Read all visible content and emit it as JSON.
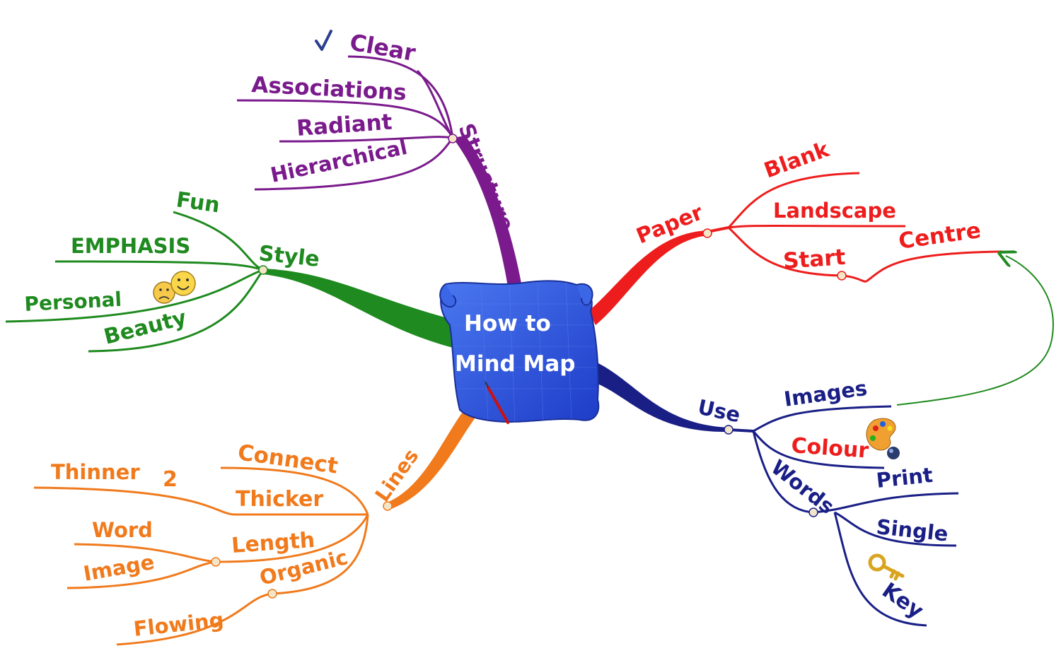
{
  "central": {
    "line1": "How to",
    "line2": "Mind Map"
  },
  "colors": {
    "structure": "#7a1a8c",
    "style": "#1f8a1f",
    "lines": "#f07a1c",
    "paper": "#ee1d1d",
    "use": "#1a1f86",
    "arrow": "#1f8a1f",
    "central_fill": "#2a4fd6"
  },
  "branches": {
    "structure": {
      "label": "Structure",
      "children": [
        "Clear",
        "Associations",
        "Radiant",
        "Hierarchical"
      ]
    },
    "style": {
      "label": "Style",
      "children": [
        "Fun",
        "EMPHASIS",
        "Personal",
        "Beauty"
      ]
    },
    "lines": {
      "label": "Lines",
      "connect": "Connect",
      "thicker": "Thicker",
      "thinner": "Thinner",
      "thinner_note": "2",
      "length": "Length",
      "word": "Word",
      "image": "Image",
      "organic": "Organic",
      "flowing": "Flowing"
    },
    "paper": {
      "label": "Paper",
      "blank": "Blank",
      "landscape": "Landscape",
      "start": "Start",
      "centre": "Centre"
    },
    "use": {
      "label": "Use",
      "images": "Images",
      "colour": "Colour",
      "words": "Words",
      "print": "Print",
      "single": "Single",
      "key": "Key"
    }
  },
  "icons": [
    "checkmark-icon",
    "smiley-faces-icon",
    "palette-icon",
    "key-icon",
    "pencil-icon"
  ]
}
